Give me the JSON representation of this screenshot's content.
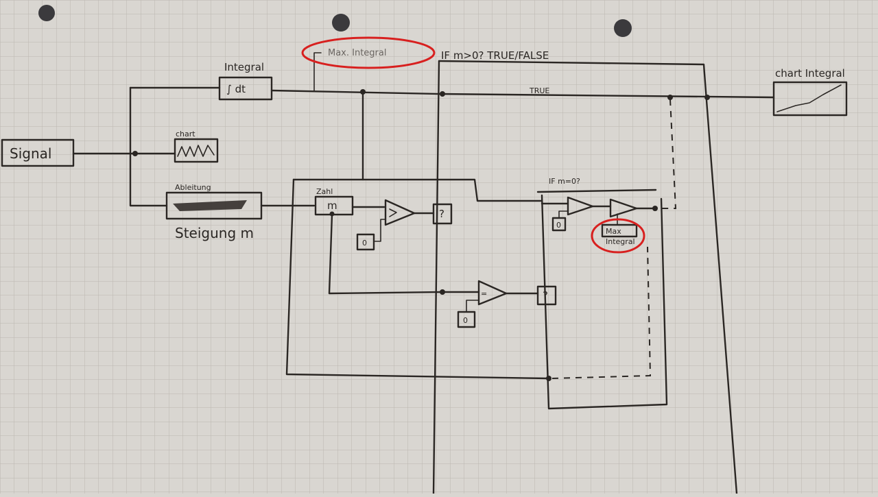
{
  "blocks": {
    "signal": "Signal",
    "chart": "chart",
    "integral_label": "Integral",
    "integral_symbol": "∫  dt",
    "ableitung": "Ableitung",
    "steigung": "Steigung m",
    "zahl": "Zahl",
    "zahl_value": "m",
    "chart_integral": "chart Integral",
    "max_integral_top": "Max. Integral",
    "max_integral_box": "Max",
    "max_integral_sub": "Integral"
  },
  "structures": {
    "case_outer": "IF m>0? TRUE/FALSE",
    "case_outer_value": "TRUE",
    "case_inner": "IF m=0?"
  },
  "constants": {
    "c1": "0",
    "c2": "0",
    "c3": "0"
  },
  "selects": {
    "s1": "?",
    "s2": "?"
  },
  "compare": {
    "eq": "="
  },
  "colors": {
    "ink": "#2a2623",
    "highlight": "#d8201f",
    "paper": "#d9d6d1",
    "grid": "#bab6b0"
  }
}
